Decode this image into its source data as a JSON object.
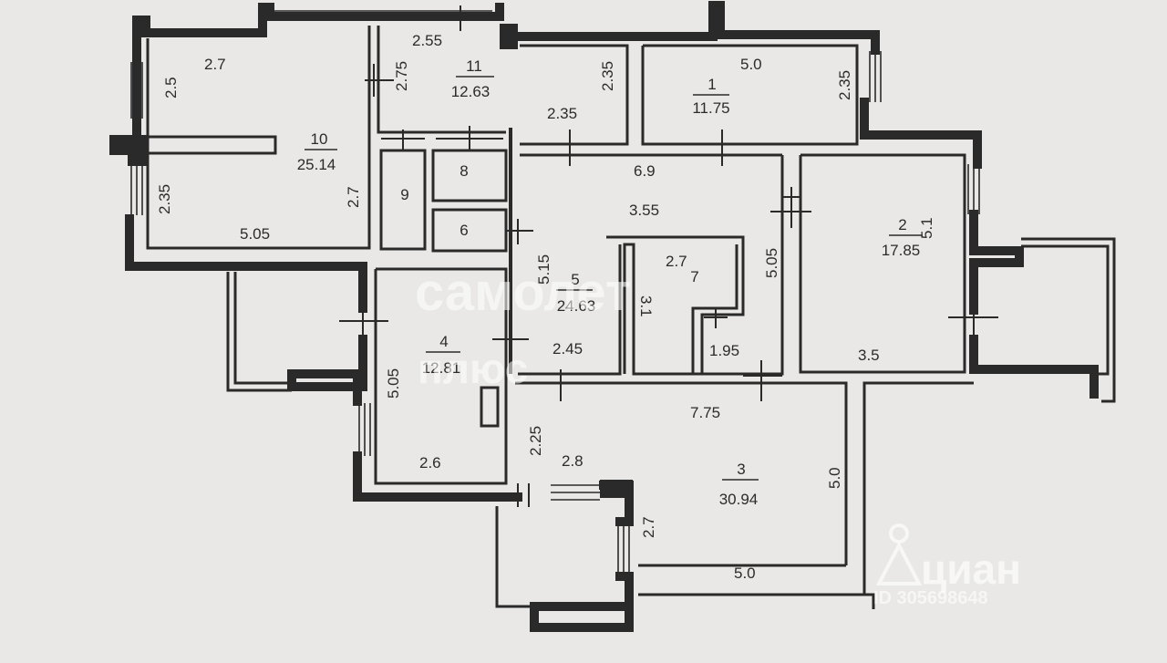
{
  "rooms": [
    {
      "number": "10",
      "area": "25.14"
    },
    {
      "number": "11",
      "area": "12.63"
    },
    {
      "number": "1",
      "area": "11.75"
    },
    {
      "number": "2",
      "area": "17.85"
    },
    {
      "number": "5",
      "area": "24.63"
    },
    {
      "number": "4",
      "area": "12.81"
    },
    {
      "number": "3",
      "area": "30.94"
    },
    {
      "number": "7",
      "area": ""
    },
    {
      "number": "8",
      "area": ""
    },
    {
      "number": "9",
      "area": ""
    },
    {
      "number": "6",
      "area": ""
    }
  ],
  "dimensions": [
    "2.7",
    "2.5",
    "2.35",
    "2.7",
    "5.05",
    "2.55",
    "2.75",
    "2.35",
    "2.35",
    "5.0",
    "2.35",
    "6.9",
    "3.55",
    "5.1",
    "3.5",
    "5.15",
    "2.7",
    "3.1",
    "5.05",
    "1.95",
    "2.45",
    "5.05",
    "2.6",
    "7.75",
    "2.25",
    "2.8",
    "5.0",
    "2.7",
    "5.0"
  ],
  "watermarks": {
    "brand_top": "самолет",
    "brand_bottom": "плюс",
    "cian": "циан",
    "cian_id": "ID 305698648"
  }
}
